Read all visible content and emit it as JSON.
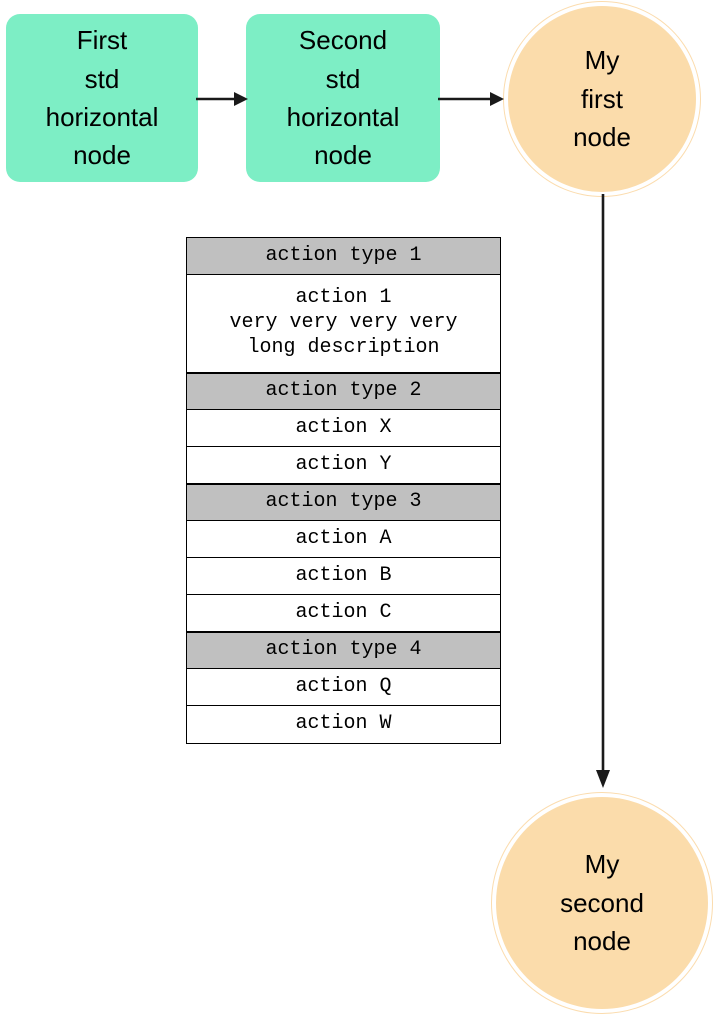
{
  "diagram": {
    "type": "flow-diagram",
    "background": "#ffffff",
    "palette": {
      "node_green": "#7deec5",
      "node_orange": "#fbdcab",
      "node_orange_ring": "#fbdcae",
      "table_header_gray": "#c0c0c0",
      "table_border": "#000000",
      "edge_color": "#1a1a1a",
      "text_color": "#000000"
    },
    "nodes": [
      {
        "id": "first-std-horizontal-node",
        "shape": "rounded-box",
        "fill": "#7deec5",
        "label": "First\nstd\nhorizontal\nnode"
      },
      {
        "id": "second-std-horizontal-node",
        "shape": "rounded-box",
        "fill": "#7deec5",
        "label": "Second\nstd\nhorizontal\nnode"
      },
      {
        "id": "my-first-node",
        "shape": "double-circle",
        "fill": "#fbdcab",
        "label": "My\nfirst\nnode"
      },
      {
        "id": "my-second-node",
        "shape": "double-circle",
        "fill": "#fbdcab",
        "label": "My\nsecond\nnode"
      }
    ],
    "edges": [
      {
        "id": "edge-first-to-second",
        "from": "first-std-horizontal-node",
        "to": "second-std-horizontal-node",
        "direction": "right",
        "label": ""
      },
      {
        "id": "edge-second-to-myfirst",
        "from": "second-std-horizontal-node",
        "to": "my-first-node",
        "direction": "right",
        "label": ""
      },
      {
        "id": "edge-myfirst-to-mysecond",
        "from": "my-first-node",
        "to": "my-second-node",
        "direction": "down",
        "label": ""
      }
    ]
  },
  "action_table": {
    "rows": [
      {
        "kind": "header",
        "text": "action type 1"
      },
      {
        "kind": "item",
        "text": "action 1\nvery very very very\nlong description",
        "multiline": true
      },
      {
        "kind": "header",
        "text": "action type 2"
      },
      {
        "kind": "item",
        "text": "action X"
      },
      {
        "kind": "item",
        "text": "action Y"
      },
      {
        "kind": "header",
        "text": "action type 3"
      },
      {
        "kind": "item",
        "text": "action A"
      },
      {
        "kind": "item",
        "text": "action B"
      },
      {
        "kind": "item",
        "text": "action C"
      },
      {
        "kind": "header",
        "text": "action type 4"
      },
      {
        "kind": "item",
        "text": "action Q"
      },
      {
        "kind": "item",
        "text": "action W"
      }
    ]
  }
}
